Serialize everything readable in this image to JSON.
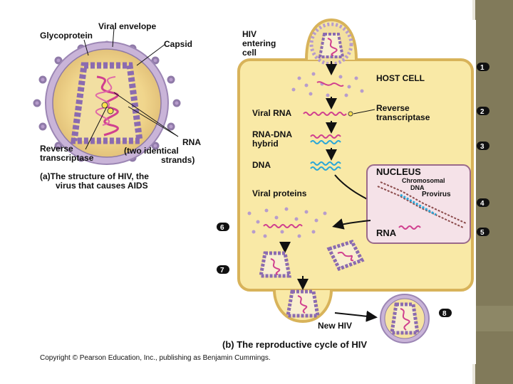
{
  "labels": {
    "viral_envelope": "Viral envelope",
    "glycoprotein": "Glycoprotein",
    "capsid": "Capsid",
    "rna": "RNA",
    "two_identical": "(two identical",
    "strands": "strands)",
    "reverse": "Reverse",
    "transcriptase": "transcriptase",
    "caption_a_1": "(a)The structure of HIV, the",
    "caption_a_2": "virus that causes AIDS",
    "hiv_entering_1": "HIV",
    "hiv_entering_2": "entering",
    "hiv_entering_3": "cell",
    "host_cell": "HOST CELL",
    "viral_rna": "Viral RNA",
    "rev_trans_1": "Reverse",
    "rev_trans_2": "transcriptase",
    "rna_dna_1": "RNA-DNA",
    "rna_dna_2": "hybrid",
    "dna": "DNA",
    "nucleus": "NUCLEUS",
    "chromosomal_1": "Chromosomal",
    "chromosomal_2": "DNA",
    "provirus": "Provirus",
    "viral_proteins": "Viral proteins",
    "rna_nucleus": "RNA",
    "new_hiv": "New HIV",
    "caption_b": "(b) The reproductive cycle of HIV",
    "copyright": "Copyright © Pearson Education, Inc., publishing as Benjamin Cummings."
  },
  "steps": [
    "1",
    "2",
    "3",
    "4",
    "5",
    "6",
    "7",
    "8"
  ],
  "colors": {
    "host_cell": "#f9e9a6",
    "host_border": "#d8b35a",
    "envelope": "#cdb9d8",
    "capsid": "#f3e0a0",
    "rna": "#d0408f",
    "dna": "#2aa7d8",
    "chromosome": "#8b4a4a",
    "step_badge": "#111111"
  }
}
